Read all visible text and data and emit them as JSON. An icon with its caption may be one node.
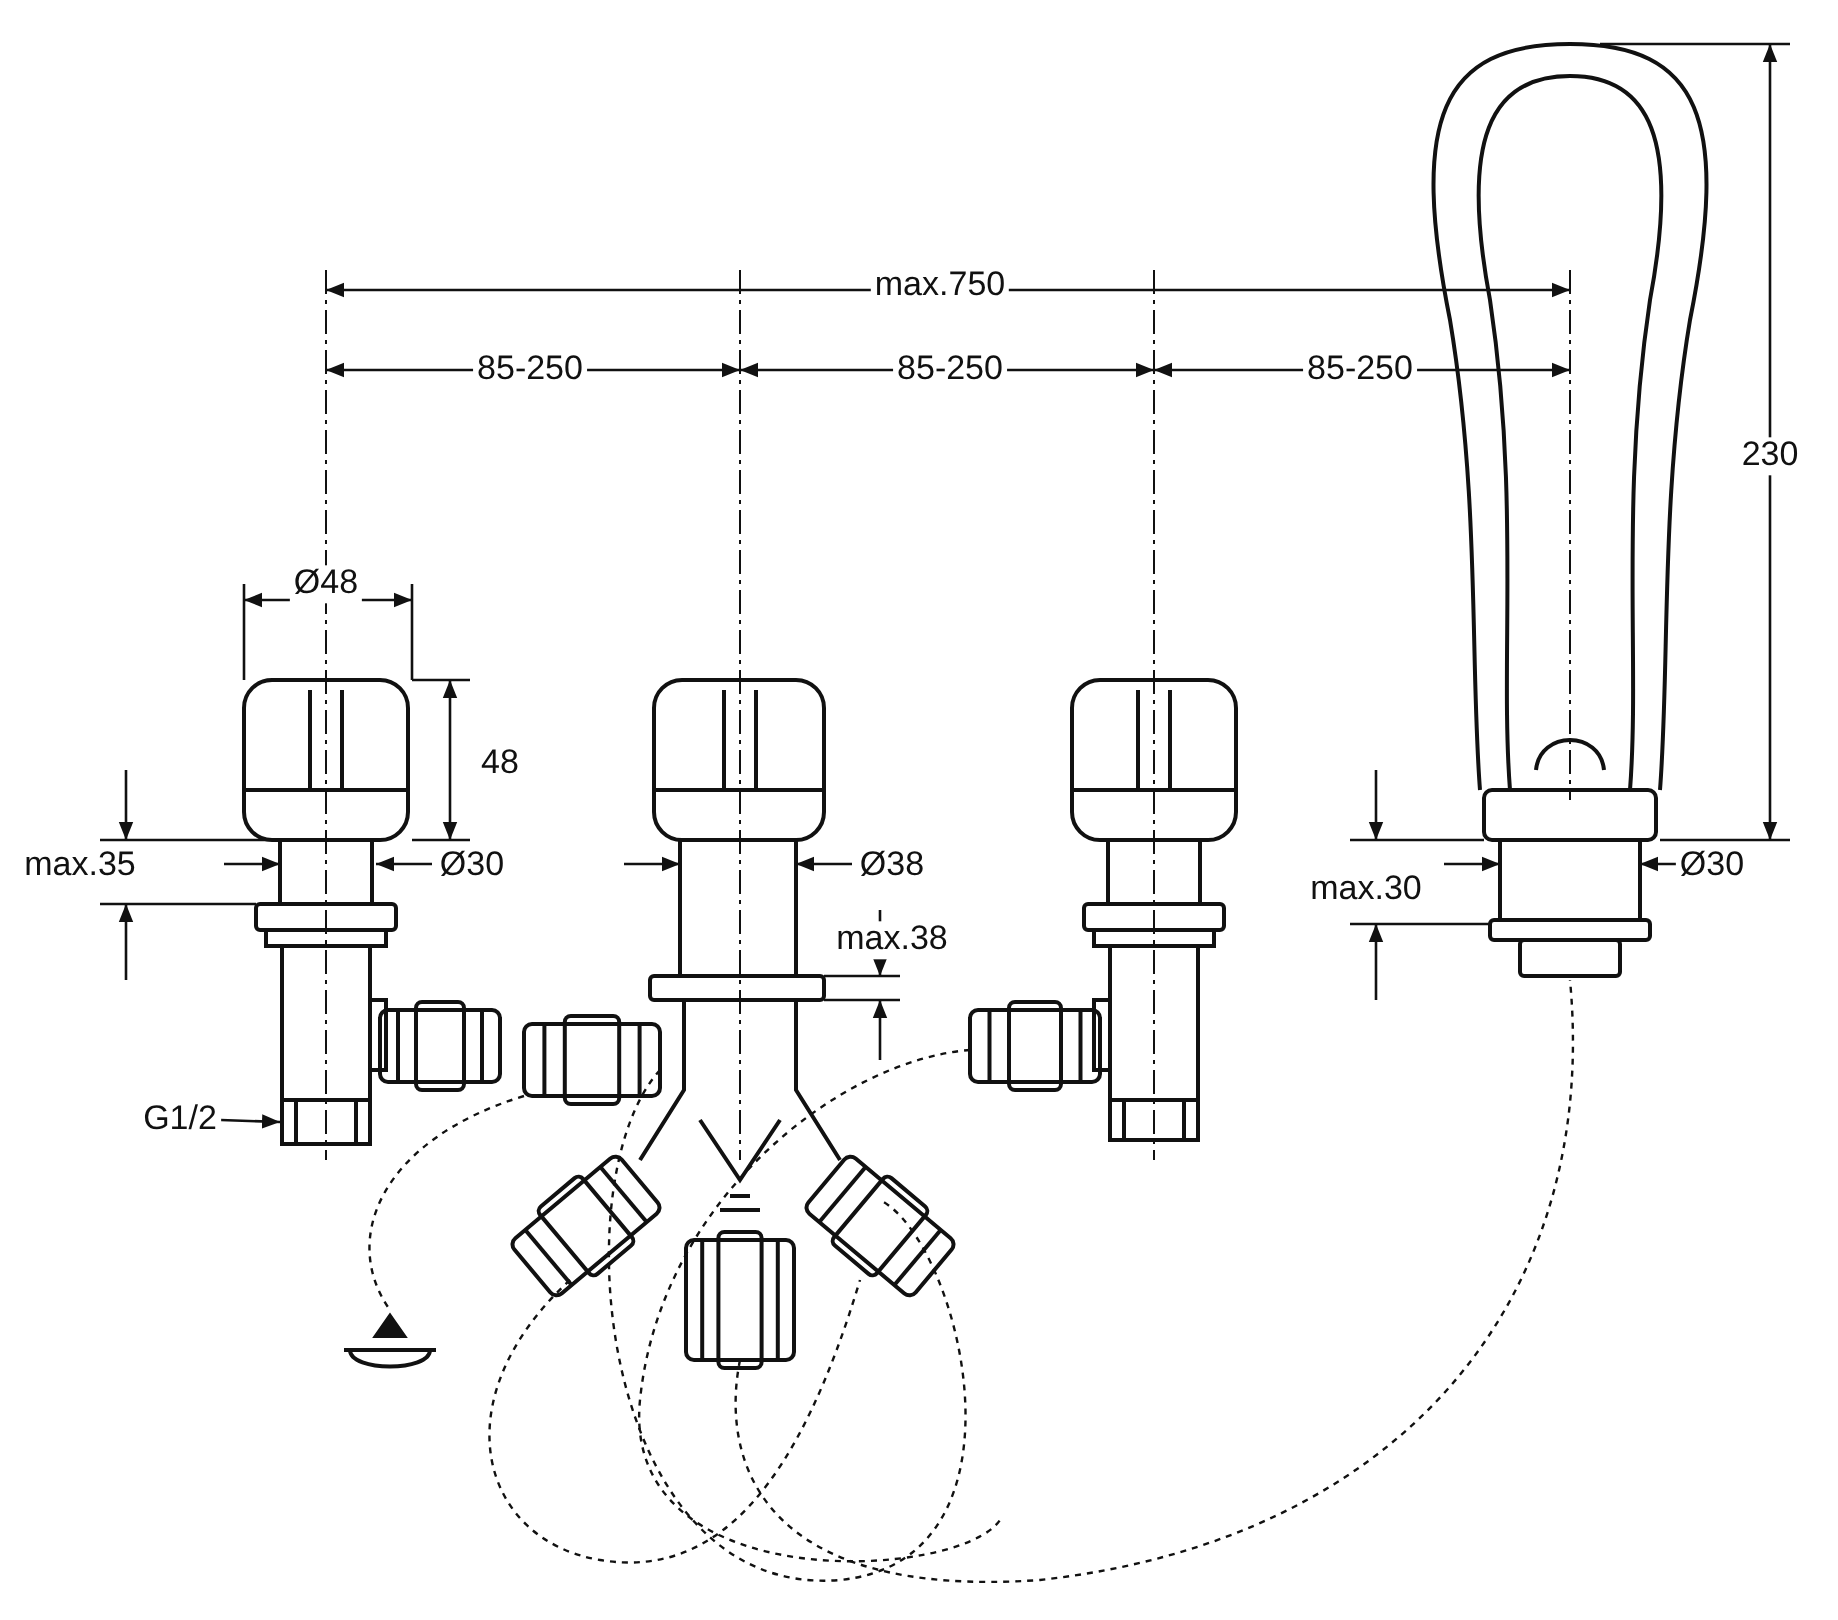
{
  "diagram": {
    "nodes": [
      {
        "text": [
          "G1/2"
        ]
      },
      {
        "text": [],
        "shape": "picture"
      }
    ],
    "edges": [
      {
        "from": 0,
        "to": 1,
        "arrow": "to"
      }
    ],
    "labels": [
      "max.750",
      "85-250",
      "85-250",
      "85-250",
      "230",
      "Ø48",
      "48",
      "max.35",
      "Ø30",
      "Ø38",
      "Ø30",
      "max.30",
      "max.38"
    ]
  }
}
